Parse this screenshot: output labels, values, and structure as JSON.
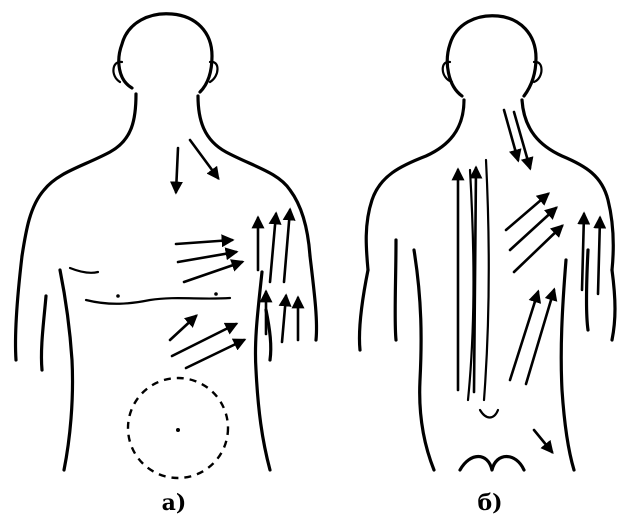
{
  "figure": {
    "panels": [
      {
        "id": "a",
        "caption": "а)"
      },
      {
        "id": "b",
        "caption": "б)"
      }
    ]
  }
}
